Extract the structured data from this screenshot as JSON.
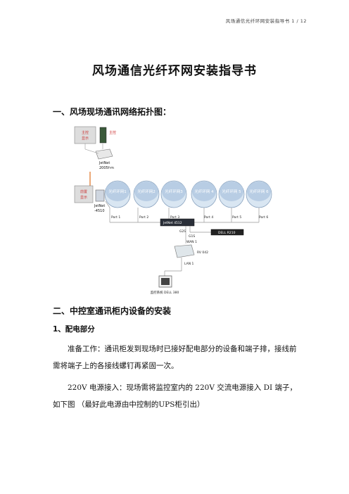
{
  "header": {
    "text": "风场通信光纤环网安装指导书 1 / 12"
  },
  "doc": {
    "title": "风场通信光纤环网安装指导书",
    "section1": "一、风场现场通讯网络拓扑图：",
    "section2": "二、中控室通讯柜内设备的安装",
    "sub1": "1、配电部分",
    "para1": "准备工作：通讯柜发到现场时已接好配电部分的设备和端子排，接线前需将端子上的各接线螺钉再紧固一次。",
    "para2": "220V 电源接入：现场需将监控室内的 220V 交流电源接入 DI 端子，如下图 （最好此电源由中控制的UPS柜引出）"
  },
  "diagram": {
    "top_box1": "主控\n显示",
    "top_box2": "主控",
    "switch1": "JetNet\n2005f-m",
    "left_box": "前置\n显示",
    "switch2": "JetNet\n-4510",
    "rings": [
      "光纤环网1",
      "光纤环网2",
      "光纤环网3",
      "光纤环网 4",
      "光纤环网 5",
      "光纤环网 6"
    ],
    "ports": [
      "Port 1",
      "Port 2",
      "Port 3",
      "Port 4",
      "Port 5",
      "Port 6"
    ],
    "core_switch": "JetNet 4512",
    "g1": "G1S",
    "g2": "G2S",
    "server": "DELL R210",
    "wan": "WAN 1",
    "router": "RV 042",
    "lan": "LAN 1",
    "pc": "监控系统 DELL 380"
  }
}
